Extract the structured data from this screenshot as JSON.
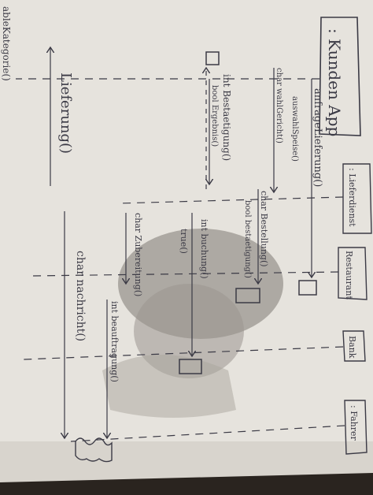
{
  "photo": {
    "description_colors": {
      "paper": "#e6e3dd",
      "shadow": "#8f8b86",
      "ink": "#3b3a45",
      "background": "#2a241f"
    }
  },
  "heading_fragment": "ableKategorie()",
  "lifelines": [
    {
      "id": "kunden_app",
      "label": ": Kunden App"
    },
    {
      "id": "lieferdienst",
      "label": ": Lieferdienst"
    },
    {
      "id": "restaurant",
      "label": "Restaurant"
    },
    {
      "id": "bank",
      "label": "Bank"
    },
    {
      "id": "fahrer",
      "label": ": Fahrer"
    }
  ],
  "messages": [
    {
      "id": "m1",
      "label": "anfrageLieferung()"
    },
    {
      "id": "m2",
      "label": "auswahlSpeise()"
    },
    {
      "id": "m3",
      "label": "char wahlGericht()"
    },
    {
      "id": "m4",
      "label": "char Bestellung()"
    },
    {
      "id": "m5",
      "label": "bool bestaetigung()"
    },
    {
      "id": "m6",
      "label": "int Bestaetigung()"
    },
    {
      "id": "m7",
      "label": "bool Ergebnis()"
    },
    {
      "id": "m8",
      "label": "int buchung()"
    },
    {
      "id": "m9",
      "label": "true()"
    },
    {
      "id": "m10",
      "label": "char Zubereitung()"
    },
    {
      "id": "m11",
      "label": "int beauftragung()"
    },
    {
      "id": "m12",
      "label": "char nachricht()"
    },
    {
      "id": "m13",
      "label": "Lieferung()"
    }
  ]
}
